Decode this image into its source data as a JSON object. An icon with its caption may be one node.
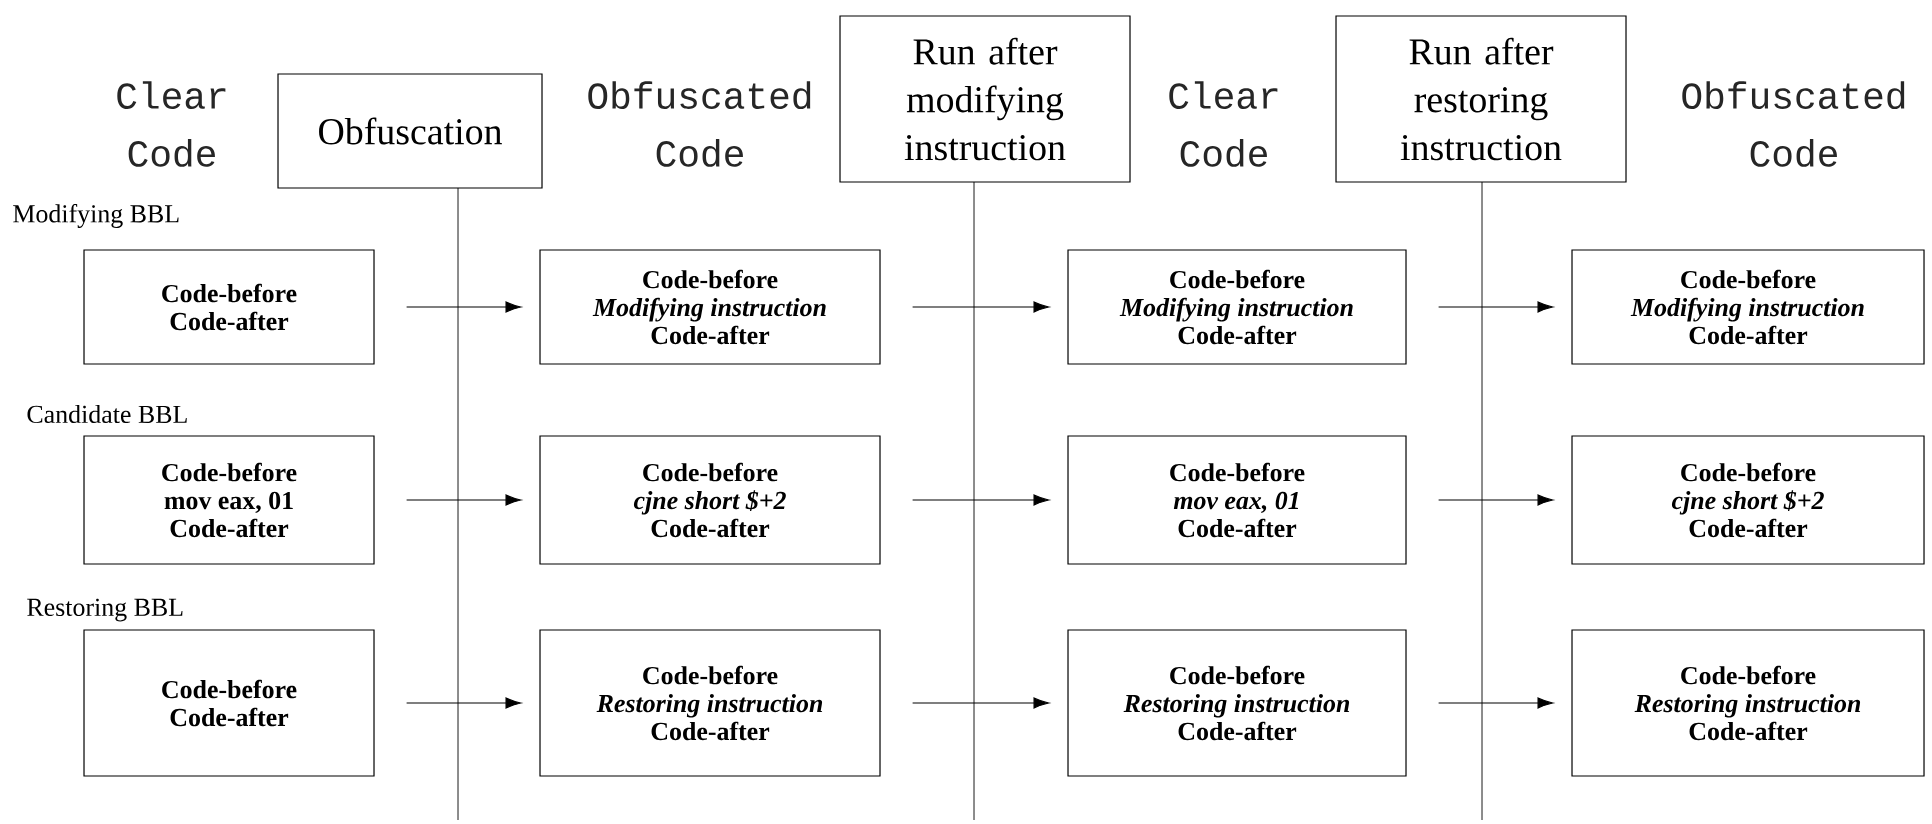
{
  "diagram": {
    "nodes": [
      {
        "text": [
          "Obfuscation"
        ]
      },
      {
        "text": [
          "Run after modifying instruction"
        ]
      },
      {
        "text": [
          "Run after restoring instruction"
        ]
      },
      {
        "text": [
          "Code-before",
          "Code-after"
        ]
      },
      {
        "text": [
          "Code-before",
          "Modifying instruction",
          "Code-after"
        ]
      },
      {
        "text": [
          "Code-before",
          "Modifying instruction",
          "Code-after"
        ]
      },
      {
        "text": [
          "Code-before",
          "Modifying instruction",
          "Code-after"
        ]
      },
      {
        "text": [
          "Code-before",
          "mov eax, 01",
          "Code-after"
        ]
      },
      {
        "text": [
          "Code-before",
          "cjne short $+2",
          "Code-after"
        ]
      },
      {
        "text": [
          "Code-before",
          "mov eax, 01",
          "Code-after"
        ]
      },
      {
        "text": [
          "Code-before",
          "cjne short $+2",
          "Code-after"
        ]
      },
      {
        "text": [
          "Code-before",
          "Code-after"
        ]
      },
      {
        "text": [
          "Code-before",
          "Restoring instruction",
          "Code-after"
        ]
      },
      {
        "text": [
          "Code-before",
          "Restoring instruction",
          "Code-after"
        ]
      },
      {
        "text": [
          "Code-before",
          "Restoring instruction",
          "Code-after"
        ]
      }
    ],
    "edges": [
      {
        "from": 3,
        "to": 4,
        "arrow": "to"
      },
      {
        "from": 4,
        "to": 5,
        "arrow": "to"
      },
      {
        "from": 5,
        "to": 6,
        "arrow": "to"
      },
      {
        "from": 7,
        "to": 8,
        "arrow": "to"
      },
      {
        "from": 8,
        "to": 9,
        "arrow": "to"
      },
      {
        "from": 9,
        "to": 10,
        "arrow": "to"
      },
      {
        "from": 11,
        "to": 12,
        "arrow": "to"
      },
      {
        "from": 12,
        "to": 13,
        "arrow": "to"
      },
      {
        "from": 13,
        "to": 14,
        "arrow": "to"
      }
    ],
    "labels": [
      "Clear Code",
      "Obfuscated Code",
      "Clear Code",
      "Obfuscated Code",
      "Modifying BBL",
      "Candidate BBL",
      "Restoring BBL"
    ]
  }
}
